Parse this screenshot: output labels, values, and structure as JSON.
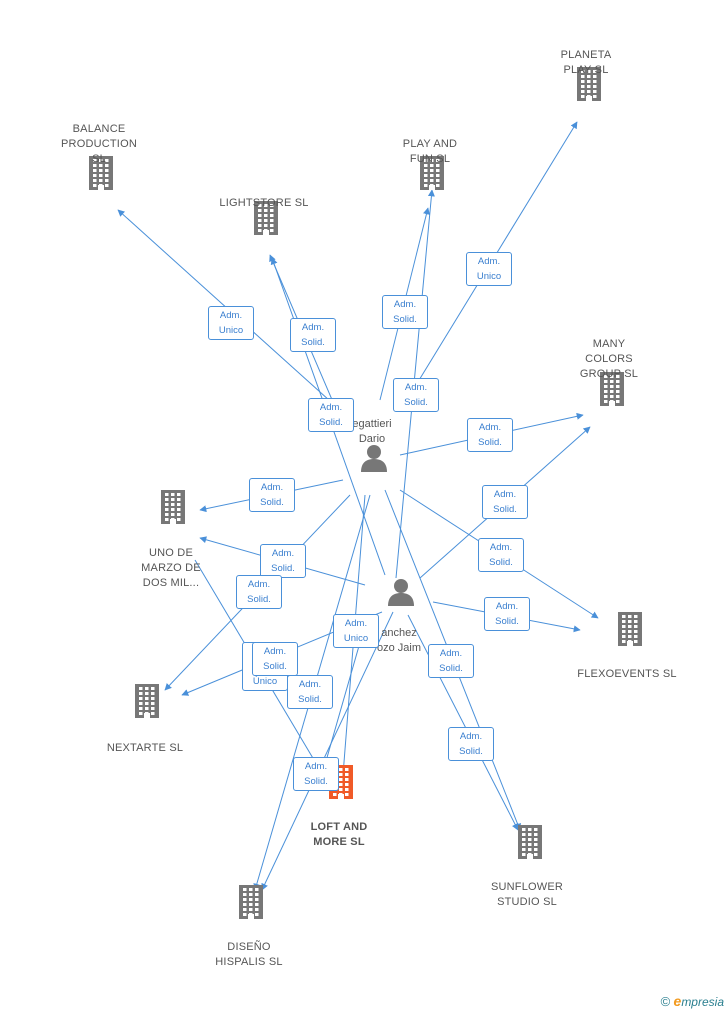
{
  "companies": [
    {
      "id": "planeta",
      "label": "PLANETA\nPLAY SL"
    },
    {
      "id": "balance",
      "label": "BALANCE\nPRODUCTION\nSL"
    },
    {
      "id": "playfun",
      "label": "PLAY AND\nFUN SL"
    },
    {
      "id": "lightstore",
      "label": "LIGHTSTORE SL"
    },
    {
      "id": "manycolors",
      "label": "MANY\nCOLORS\nGROUP SL"
    },
    {
      "id": "unomarzo",
      "label": "UNO DE\nMARZO DE\nDOS MIL..."
    },
    {
      "id": "flexoevents",
      "label": "FLEXOEVENTS SL"
    },
    {
      "id": "nextarte",
      "label": "NEXTARTE SL"
    },
    {
      "id": "loftmore",
      "label": "LOFT AND\nMORE SL",
      "focus": true
    },
    {
      "id": "sunflower",
      "label": "SUNFLOWER\nSTUDIO SL"
    },
    {
      "id": "disenohispalis",
      "label": "DISEÑO\nHISPALIS SL"
    }
  ],
  "persons": [
    {
      "id": "p1",
      "label": "egattieri\nDario"
    },
    {
      "id": "p2",
      "label": "anchez\nozo Jaim"
    }
  ],
  "edges": [
    {
      "label": "Adm.\nUnico"
    },
    {
      "label": "Adm.\nSolid."
    },
    {
      "label": "Adm.\nUnico"
    },
    {
      "label": "Adm.\nSolid."
    },
    {
      "label": "Adm.\nSolid."
    },
    {
      "label": "Adm.\nSolid."
    },
    {
      "label": "Adm.\nSolid."
    },
    {
      "label": "Adm.\nSolid."
    },
    {
      "label": "Adm.\nSolid."
    },
    {
      "label": "Adm.\nSolid."
    },
    {
      "label": "Adm.\nSolid."
    },
    {
      "label": "Adm.\nSolid."
    },
    {
      "label": "Adm.\nSolid."
    },
    {
      "label": "Adm.\nUnico"
    },
    {
      "label": "Adm.\nSolid."
    },
    {
      "label": "Adm.\nSocio\nÚnico"
    },
    {
      "label": "Adm.\nSolid."
    },
    {
      "label": "Adm.\nSolid."
    },
    {
      "label": "Adm.\nSolid."
    },
    {
      "label": "Adm.\nSolid."
    }
  ],
  "colors": {
    "edge": "#4a90d9",
    "building": "#777777",
    "focus": "#f05a28",
    "person": "#777777"
  },
  "footer": {
    "copyright": "©",
    "brand_initial": "e",
    "brand_rest": "mpresia"
  }
}
